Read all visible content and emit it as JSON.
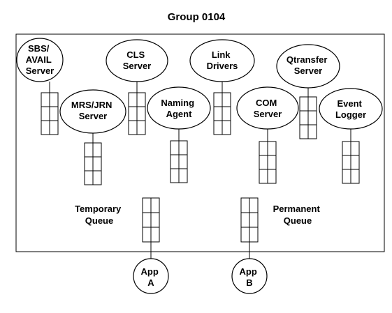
{
  "title": "Group 0104",
  "colors": {
    "stroke": "#000000",
    "background": "#ffffff"
  },
  "servers": [
    {
      "id": "sbs",
      "lines": [
        "SBS/",
        "AVAIL",
        "Server"
      ]
    },
    {
      "id": "mrs",
      "lines": [
        "MRS/JRN",
        "Server"
      ]
    },
    {
      "id": "cls",
      "lines": [
        "CLS",
        "Server"
      ]
    },
    {
      "id": "naming",
      "lines": [
        "Naming",
        "Agent"
      ]
    },
    {
      "id": "link",
      "lines": [
        "Link",
        "Drivers"
      ]
    },
    {
      "id": "com",
      "lines": [
        "COM",
        "Server"
      ]
    },
    {
      "id": "qtransfer",
      "lines": [
        "Qtransfer",
        "Server"
      ]
    },
    {
      "id": "event",
      "lines": [
        "Event",
        "Logger"
      ]
    }
  ],
  "queues": [
    {
      "id": "temporary",
      "lines": [
        "Temporary",
        "Queue"
      ]
    },
    {
      "id": "permanent",
      "lines": [
        "Permanent",
        "Queue"
      ]
    }
  ],
  "apps": [
    {
      "id": "app-a",
      "lines": [
        "App",
        "A"
      ]
    },
    {
      "id": "app-b",
      "lines": [
        "App",
        "B"
      ]
    }
  ]
}
